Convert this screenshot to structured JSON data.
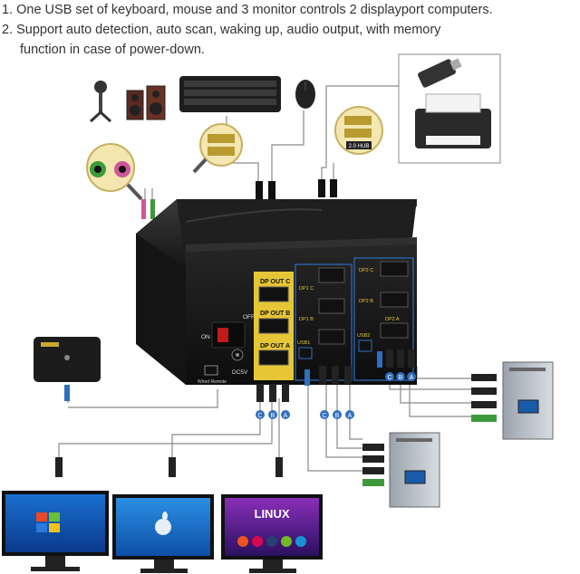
{
  "notes": {
    "line1": "1. One USB set of keyboard, mouse and 3 monitor controls 2 displayport computers.",
    "line2": "2. Support auto detection, auto scan, waking up, audio output, with memory",
    "line2b": "function in case of power-down."
  },
  "kvm": {
    "port_dpout_c": "DP OUT C",
    "port_dpout_b": "DP OUT B",
    "port_dpout_a": "DP OUT A",
    "port_dp1_c": "DP1 C",
    "port_dp1_b": "DP1 B",
    "port_usb1": "USB1",
    "port_dp2_c": "DP2 C",
    "port_dp2_b": "DP2 B",
    "port_dp2_a": "DP2 A",
    "port_usb2": "USB2",
    "switch_on": "ON",
    "switch_off": "OFF",
    "power": "DC5V",
    "wired_remote": "Wired Remote"
  },
  "hub_label": "2.0 HUB",
  "cable_tags_pc1": [
    "C",
    "B",
    "A"
  ],
  "cable_tags_pc2": [
    "C",
    "B",
    "A"
  ],
  "cable_tags_monitors": [
    "C",
    "B",
    "A"
  ],
  "monitors": {
    "m3_text": "LINUX"
  },
  "colors": {
    "box": "#1c1c1c",
    "dp_panel": "#e6c637",
    "port_blue": "#2f6fbf",
    "line": "#777777"
  }
}
